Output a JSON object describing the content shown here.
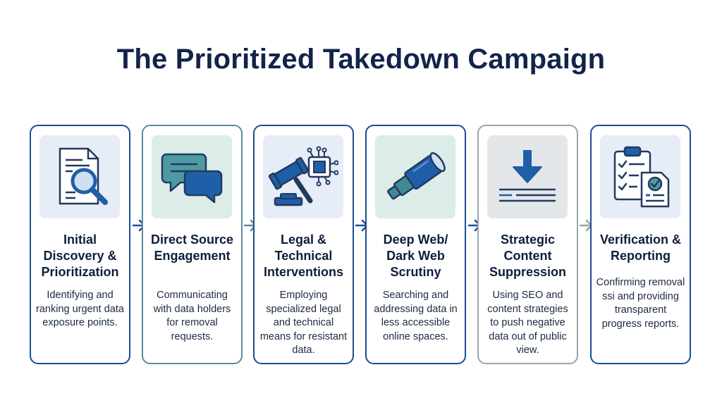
{
  "title": "The Prioritized Takedown Campaign",
  "steps": [
    {
      "title": "Initial Discovery & Prioritization",
      "description": "Identifying and ranking urgent data exposure points.",
      "icon": "document-magnifier-icon"
    },
    {
      "title": "Direct Source Engagement",
      "description": "Communicating with data holders for removal requests.",
      "icon": "chat-bubbles-icon"
    },
    {
      "title": "Legal & Technical Interventions",
      "description": "Employing specialized legal and technical means for resistant data.",
      "icon": "gavel-chip-icon"
    },
    {
      "title": "Deep Web/ Dark Web Scrutiny",
      "description": "Searching and addressing data in less accessible online spaces.",
      "icon": "telescope-icon"
    },
    {
      "title": "Strategic Content Suppression",
      "description": "Using SEO and content strategies to push negative data out of public view.",
      "icon": "down-arrow-lines-icon"
    },
    {
      "title": "Verification & Reporting",
      "description": "Confirming removal ssi and providing transparent progress reports.",
      "icon": "clipboard-checklist-icon"
    }
  ],
  "colors": {
    "navy": "#13244a",
    "blue_border": "#1a4f91",
    "teal_border": "#5c8c96",
    "gray_border": "#9aa3ad",
    "icon_blue": "#1f5fa8",
    "icon_teal": "#3f8b95"
  }
}
